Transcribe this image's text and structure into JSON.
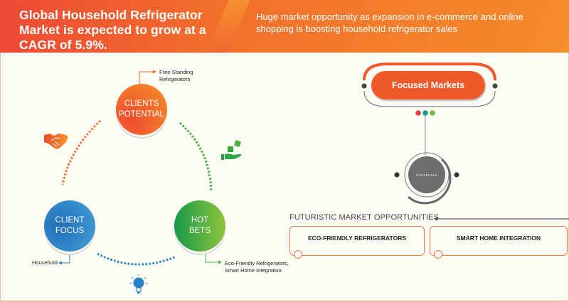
{
  "header": {
    "title": "Global Household Refrigerator Market is expected to grow at a CAGR of 5.9%.",
    "subtitle": "Huge market opportunity as expansion in e-commerce and online shopping is boosting household refrigerator sales"
  },
  "cycle": {
    "nodes": [
      {
        "id": "clients-potential",
        "label_line1": "CLIENTS",
        "label_line2": "POTENTIAL",
        "annotation_line1": "Free-Standing",
        "annotation_line2": "Refrigerators",
        "color": "#f06a2c"
      },
      {
        "id": "client-focus",
        "label_line1": "CLIENT",
        "label_line2": "FOCUS",
        "annotation_line1": "Household",
        "color": "#2a82c6"
      },
      {
        "id": "hot-bets",
        "label_line1": "HOT",
        "label_line2": "BETS",
        "annotation_line1": "Eco-Friendly Refrigerators,",
        "annotation_line2": "Smart Home Integration",
        "color": "#4fb044"
      }
    ],
    "icons": [
      "handshake-icon",
      "hand-with-dice-icon",
      "lightbulb-icon"
    ]
  },
  "focused_markets": {
    "label": "Focused Markets",
    "dot_colors": [
      "#e8433a",
      "#1a9c96",
      "#7ab843"
    ],
    "center_label": "HOUSEHOLD"
  },
  "opportunities": {
    "title": "FUTURISTIC MARKET OPPORTUNITIES",
    "cards": [
      {
        "label": "ECO-FRIENDLY REFRIGERATORS"
      },
      {
        "label": "SMART HOME INTEGRATION"
      }
    ]
  },
  "colors": {
    "accent_orange": "#f0592a",
    "blue": "#2a82c6",
    "green": "#4fb044",
    "grey": "#6e6e6e"
  }
}
